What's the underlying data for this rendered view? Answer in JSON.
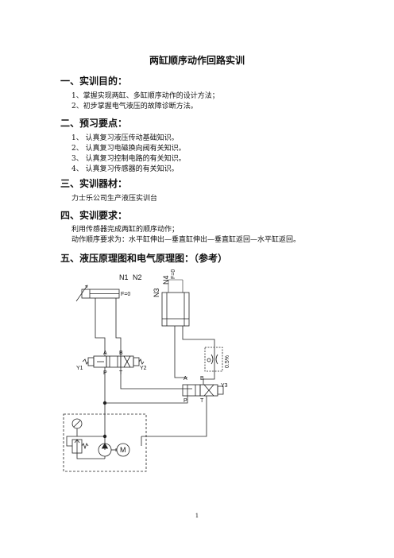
{
  "doc": {
    "title": "两缸顺序动作回路实训",
    "s1": {
      "heading": "一、实训目的：",
      "items": [
        "1、掌握实现两缸、多缸顺序动作的设计方法；",
        "2、初步掌握电气液压的故障诊断方法。"
      ]
    },
    "s2": {
      "heading": "二、预习要点：",
      "items": [
        "1、 认真复习液压传动基础知识。",
        "2、 认真复习电磁换向阀有关知识。",
        "3、 认真复习控制电路的有关知识。",
        "4、 认真复习传感器的有关知识。"
      ]
    },
    "s3": {
      "heading": "三、实训器材：",
      "text": "力士乐公司生产液压实训台"
    },
    "s4": {
      "heading": "四、实训要求：",
      "items": [
        "利用传感器完成两缸的顺序动作；",
        "动作顺序要求为：水平缸伸出—垂直缸伸出—垂直缸返回—水平缸返回。"
      ]
    },
    "s5": {
      "heading": "五、液压原理图和电气原理图：（参考）"
    },
    "page_number": "1"
  },
  "diagram": {
    "n1": "N1",
    "n2": "N2",
    "n3": "N3",
    "n4": "N4",
    "f0a": "F=0",
    "f0b": "F=0",
    "a1": "A",
    "b1": "B",
    "p1": "P",
    "t1": "T",
    "y1": "Y1",
    "y2": "Y2",
    "a2": "A",
    "b2": "B",
    "p2": "P",
    "t2": "T",
    "y3": "Y3",
    "motor": "M",
    "valve_setting": "0.5%"
  }
}
